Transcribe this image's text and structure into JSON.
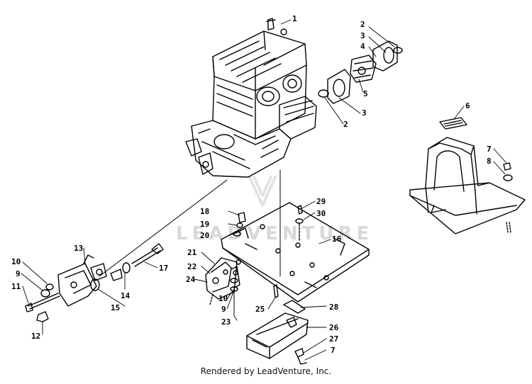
{
  "watermark": {
    "text": "LEADVENTURE"
  },
  "footer": {
    "credit": "Rendered by LeadVenture, Inc."
  },
  "callouts": [
    {
      "id": "c1",
      "label": "1"
    },
    {
      "id": "c2a",
      "label": "2"
    },
    {
      "id": "c3a",
      "label": "3"
    },
    {
      "id": "c4",
      "label": "4"
    },
    {
      "id": "c5",
      "label": "5"
    },
    {
      "id": "c3b",
      "label": "3"
    },
    {
      "id": "c2b",
      "label": "2"
    },
    {
      "id": "c6",
      "label": "6"
    },
    {
      "id": "c7a",
      "label": "7"
    },
    {
      "id": "c8",
      "label": "8"
    },
    {
      "id": "c29",
      "label": "29"
    },
    {
      "id": "c30",
      "label": "30"
    },
    {
      "id": "c18",
      "label": "18"
    },
    {
      "id": "c19",
      "label": "19"
    },
    {
      "id": "c20",
      "label": "20"
    },
    {
      "id": "c16",
      "label": "16"
    },
    {
      "id": "c13",
      "label": "13"
    },
    {
      "id": "c21",
      "label": "21"
    },
    {
      "id": "c22",
      "label": "22"
    },
    {
      "id": "c10a",
      "label": "10"
    },
    {
      "id": "c9a",
      "label": "9"
    },
    {
      "id": "c11",
      "label": "11"
    },
    {
      "id": "c17",
      "label": "17"
    },
    {
      "id": "c24",
      "label": "24"
    },
    {
      "id": "c14",
      "label": "14"
    },
    {
      "id": "c15",
      "label": "15"
    },
    {
      "id": "c10b",
      "label": "10"
    },
    {
      "id": "c9b",
      "label": "9"
    },
    {
      "id": "c23",
      "label": "23"
    },
    {
      "id": "c25",
      "label": "25"
    },
    {
      "id": "c28",
      "label": "28"
    },
    {
      "id": "c12",
      "label": "12"
    },
    {
      "id": "c26",
      "label": "26"
    },
    {
      "id": "c27",
      "label": "27"
    },
    {
      "id": "c7b",
      "label": "7"
    }
  ]
}
